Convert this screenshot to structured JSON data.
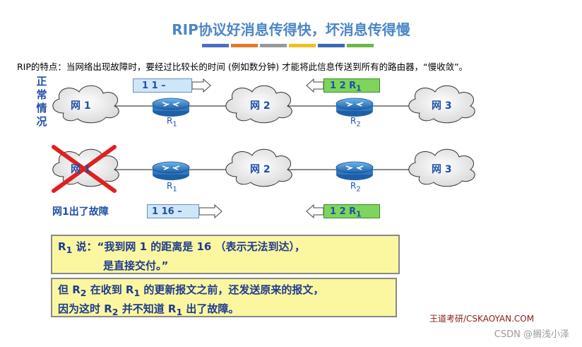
{
  "title": "RIP协议好消息传得快，坏消息传得慢",
  "title_bar_colors": [
    "#4a6fc0",
    "#e07b2a",
    "#999999",
    "#f0c020",
    "#3c6ab0",
    "#6bb84a"
  ],
  "description": "RIP的特点：当网络出现故障时，要经过比较长的时间 (例如数分钟) 才能将此信息传送到所有的路由器，“慢收敛”。",
  "side_label": [
    "正",
    "常",
    "情",
    "况"
  ],
  "top": {
    "networks": [
      "网 1",
      "网 2",
      "网 3"
    ],
    "routers": [
      "R",
      "R"
    ],
    "router_subs": [
      "1",
      "2"
    ],
    "msg_r1": "1 1 –",
    "msg_r2_text": "1 2 R",
    "msg_r2_sub": "1"
  },
  "bottom": {
    "networks": [
      "网 1",
      "网 2",
      "网 3"
    ],
    "routers": [
      "R",
      "R"
    ],
    "router_subs": [
      "1",
      "2"
    ],
    "fault_label": "网1出了故障",
    "msg_r1": "1 16 –",
    "msg_r2_text": "1 2 R",
    "msg_r2_sub": "1"
  },
  "box1": {
    "prefix": "R",
    "prefix_sub": "1",
    "line1": " 说：“我到网 1 的距离是 16 （表示无法到达），",
    "line2": "是直接交付。”"
  },
  "box2": {
    "p1": "但 R",
    "p1_sub": "2",
    "p2": " 在收到 R",
    "p2_sub": "1",
    "p3": " 的更新报文之前，还发送原来的报文，",
    "line2a": "因为这时  R",
    "line2a_sub": "2",
    "line2b": " 并不知道  R",
    "line2b_sub": "1",
    "line2c": " 出了故障。"
  },
  "credit": "王道考研/CSKAOYAN.COM",
  "watermark": "CSDN @搁浅小泽"
}
